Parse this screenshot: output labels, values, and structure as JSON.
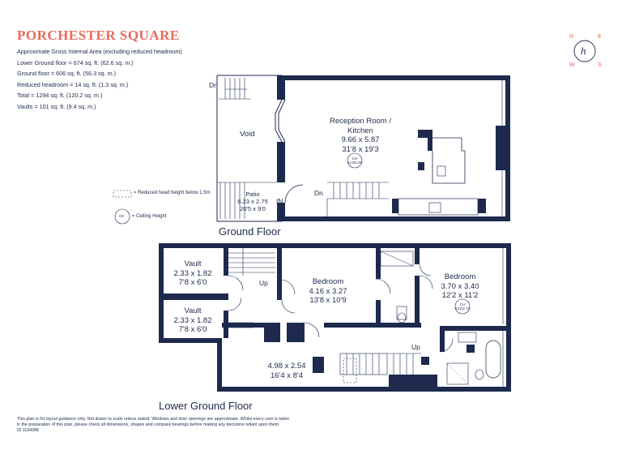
{
  "title": "PORCHESTER SQUARE",
  "areas": [
    "Approximate Gross Internal Area (excluding reduced headroom)",
    "Lower Ground floor = 674 sq. ft. (62.6 sq. m.)",
    "Ground floor = 606 sq. ft. (56.3 sq. m.)",
    "Reduced headroom = 14 sq. ft. (1.3 sq. m.)",
    "Total = 1294 sq. ft. (120.2 sq. m.)",
    "Vaults = 101 sq. ft. (9.4 sq. m.)"
  ],
  "legend": {
    "reduced": "= Reduced head height below 1.5m",
    "ch_symbol": "CH",
    "ceiling": "= Ceiling Height"
  },
  "compass": {
    "n": "N",
    "e": "E",
    "w": "W",
    "s": "S",
    "logo": "h"
  },
  "ground_floor": {
    "label": "Ground Floor",
    "void": "Void",
    "dn_stairs": "Dn",
    "dn_kitchen": "Dn",
    "in": "IN",
    "patio": {
      "name": "Patio",
      "metric": "6.23 x 2.75",
      "imperial": "20'5 x 9'0"
    },
    "reception": {
      "name1": "Reception Room /",
      "name2": "Kitchen",
      "metric": "9.66 x 5.87",
      "imperial": "31'8 x 19'3"
    },
    "ch_reception": {
      "label": "CH",
      "value": "11'4/3.46"
    }
  },
  "lower_floor": {
    "label": "Lower Ground Floor",
    "vault1": {
      "name": "Vault",
      "metric": "2.33 x 1.82",
      "imperial": "7'8 x 6'0"
    },
    "vault2": {
      "name": "Vault",
      "metric": "2.33 x 1.82",
      "imperial": "7'8 x 6'0"
    },
    "up1": "Up",
    "up2": "Up",
    "bedroom1": {
      "name": "Bedroom",
      "metric": "4.16 x 3.27",
      "imperial": "13'8 x 10'9"
    },
    "bedroom2": {
      "name": "Bedroom",
      "metric": "3.70 x 3.40",
      "imperial": "12'2 x 11'2"
    },
    "ch_bedroom2": {
      "label": "CH",
      "value": "8'11/2.72"
    },
    "room3": {
      "metric": "4.98 x 2.54",
      "imperial": "16'4 x 8'4"
    }
  },
  "footer": {
    "line1": "This plan is for layout guidance only. Not drawn to scale unless stated. Windows and door openings are approximate. Whilst every care is taken",
    "line2": "in the preparation of this plan, please check all dimensions, shapes and compass bearings before making any decisions reliant upon them.",
    "line3": "ID 1194388"
  },
  "colors": {
    "wall": "#1d2a4d",
    "accent": "#e8695a",
    "background": "#ffffff"
  }
}
